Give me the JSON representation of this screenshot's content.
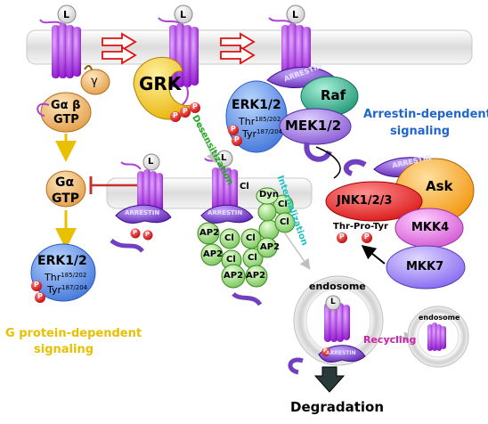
{
  "colors": {
    "membrane": "#e2e2e2",
    "receptor": "#9b1fd1",
    "arrestin": "#7b3fcf",
    "grk": "#f4c20d",
    "erk": "#5a8fe8",
    "raf": "#2bb08a",
    "mek": "#a070e0",
    "ask": "#f5a01a",
    "jnk": "#e8201a",
    "mkk4": "#e070e0",
    "mkk7": "#9070f0",
    "ap2": "#90d070",
    "galpha": "#f0b060",
    "phospho": "#e00000",
    "gprotein_label": "#e8c000",
    "arrestin_label": "#2266cc",
    "internalization_label": "#20c0c0",
    "desensitization_label": "#22aa22",
    "recycling_label": "#cc22aa"
  },
  "labels": {
    "ligand": "L",
    "grk": "GRK",
    "gamma": "γ",
    "g_alpha_beta": "Gα β",
    "gtp": "GTP",
    "g_alpha": "Gα",
    "erk": "ERK1/2",
    "thr": "Thr",
    "thr_sup": "185/202",
    "tyr": "Tyr",
    "tyr_sup": "187/204",
    "raf": "Raf",
    "mek": "MEK1/2",
    "arrestin": "ARRESTIN",
    "arrestin_signaling_1": "Arrestin-dependent",
    "arrestin_signaling_2": "signaling",
    "gprotein_signaling_1": "G protein-dependent",
    "gprotein_signaling_2": "signaling",
    "desensitization": "Desensitization",
    "internalization": "Internalization",
    "dyn": "Dyn",
    "cl": "Cl",
    "ap2": "AP2",
    "ask": "Ask",
    "jnk": "JNK1/2/3",
    "thr_pro_tyr": "Thr-Pro-Tyr",
    "mkk4": "MKK4",
    "mkk7": "MKK7",
    "endosome": "endosome",
    "recycling": "Recycling",
    "degradation": "Degradation",
    "phospho": "P"
  }
}
